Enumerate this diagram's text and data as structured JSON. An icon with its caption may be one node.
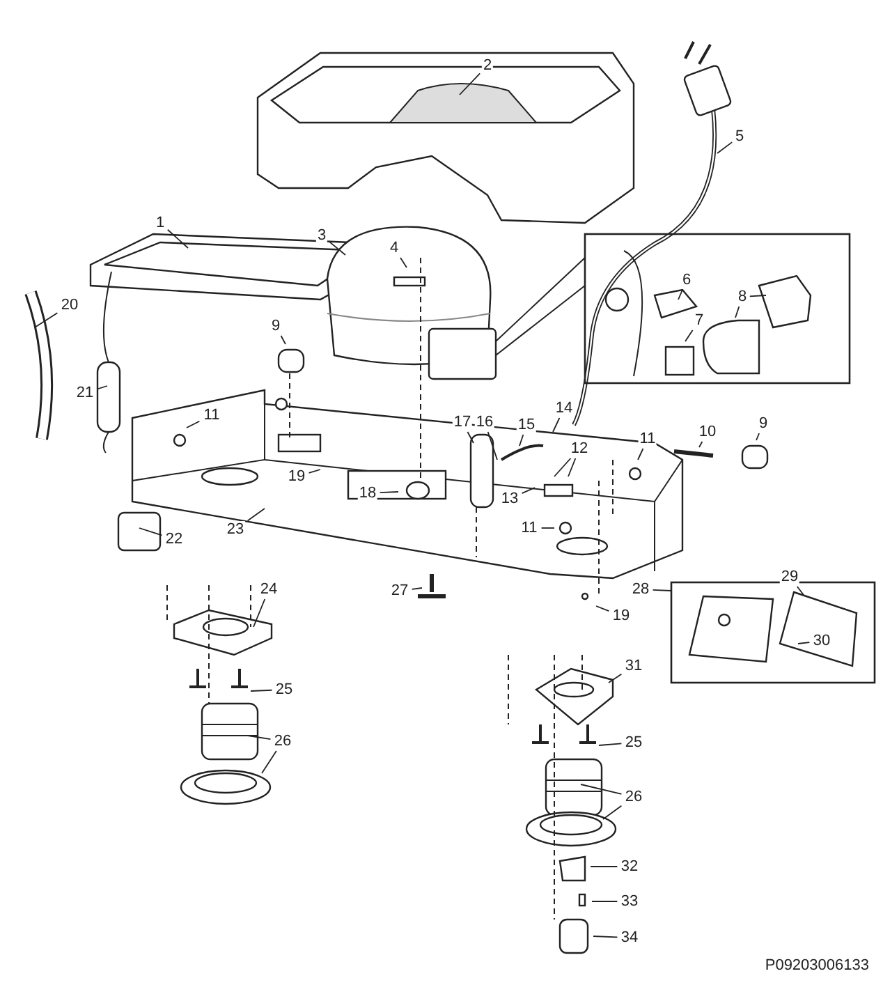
{
  "diagram": {
    "nodes": [
      {
        "text": [
          "2"
        ]
      },
      {
        "text": [
          "5"
        ]
      },
      {
        "text": [
          "1"
        ]
      },
      {
        "text": [
          "3"
        ]
      },
      {
        "text": [
          "4"
        ]
      },
      {
        "text": [
          "6"
        ]
      },
      {
        "text": [
          "8"
        ]
      },
      {
        "text": [
          "7"
        ]
      },
      {
        "text": [
          "20"
        ]
      },
      {
        "text": [
          "9"
        ]
      },
      {
        "text": [
          "21"
        ]
      },
      {
        "text": [
          "14"
        ]
      },
      {
        "text": [
          "11"
        ]
      },
      {
        "text": [
          "17"
        ]
      },
      {
        "text": [
          "16"
        ]
      },
      {
        "text": [
          "15"
        ]
      },
      {
        "text": [
          "10"
        ]
      },
      {
        "text": [
          "9"
        ]
      },
      {
        "text": [
          "11"
        ]
      },
      {
        "text": [
          "12"
        ]
      },
      {
        "text": [
          "19"
        ]
      },
      {
        "text": [
          "13"
        ]
      },
      {
        "text": [
          "18"
        ]
      },
      {
        "text": [
          "23"
        ]
      },
      {
        "text": [
          "11"
        ]
      },
      {
        "text": [
          "22"
        ]
      },
      {
        "text": [
          "29"
        ]
      },
      {
        "text": [
          "28"
        ]
      },
      {
        "text": [
          "24"
        ]
      },
      {
        "text": [
          "27"
        ]
      },
      {
        "text": [
          "19"
        ]
      },
      {
        "text": [
          "30"
        ]
      },
      {
        "text": [
          "31"
        ]
      },
      {
        "text": [
          "25"
        ]
      },
      {
        "text": [
          "26"
        ]
      },
      {
        "text": [
          "25"
        ]
      },
      {
        "text": [
          "26"
        ]
      },
      {
        "text": [
          "32"
        ]
      },
      {
        "text": [
          "33"
        ]
      },
      {
        "text": [
          "34"
        ]
      }
    ],
    "edges": [
      {
        "from": 0,
        "to": null,
        "arrow": "none"
      },
      {
        "from": 1,
        "to": null,
        "arrow": "none"
      },
      {
        "from": 2,
        "to": null,
        "arrow": "none"
      },
      {
        "from": 3,
        "to": null,
        "arrow": "none"
      },
      {
        "from": 4,
        "to": null,
        "arrow": "none"
      },
      {
        "from": 5,
        "to": null,
        "arrow": "none"
      },
      {
        "from": 6,
        "to": null,
        "arrow": "none"
      },
      {
        "from": 6,
        "to": null,
        "arrow": "none"
      },
      {
        "from": 7,
        "to": null,
        "arrow": "none"
      },
      {
        "from": 8,
        "to": null,
        "arrow": "none"
      },
      {
        "from": 9,
        "to": null,
        "arrow": "none"
      },
      {
        "from": 10,
        "to": null,
        "arrow": "none"
      },
      {
        "from": 11,
        "to": null,
        "arrow": "none"
      },
      {
        "from": 12,
        "to": null,
        "arrow": "none"
      },
      {
        "from": 13,
        "to": null,
        "arrow": "none"
      },
      {
        "from": 14,
        "to": null,
        "arrow": "none"
      },
      {
        "from": 15,
        "to": null,
        "arrow": "none"
      },
      {
        "from": 16,
        "to": null,
        "arrow": "none"
      },
      {
        "from": 17,
        "to": null,
        "arrow": "none"
      },
      {
        "from": 18,
        "to": null,
        "arrow": "none"
      },
      {
        "from": 19,
        "to": null,
        "arrow": "none"
      },
      {
        "from": 19,
        "to": null,
        "arrow": "none"
      },
      {
        "from": 20,
        "to": null,
        "arrow": "none"
      },
      {
        "from": 21,
        "to": null,
        "arrow": "none"
      },
      {
        "from": 22,
        "to": null,
        "arrow": "none"
      },
      {
        "from": 23,
        "to": null,
        "arrow": "none"
      },
      {
        "from": 24,
        "to": null,
        "arrow": "none"
      },
      {
        "from": 25,
        "to": null,
        "arrow": "none"
      },
      {
        "from": 26,
        "to": null,
        "arrow": "none"
      },
      {
        "from": 27,
        "to": null,
        "arrow": "none"
      },
      {
        "from": 28,
        "to": null,
        "arrow": "none"
      },
      {
        "from": 29,
        "to": null,
        "arrow": "none"
      },
      {
        "from": 30,
        "to": null,
        "arrow": "none"
      },
      {
        "from": 31,
        "to": null,
        "arrow": "none"
      },
      {
        "from": 32,
        "to": null,
        "arrow": "none"
      },
      {
        "from": 33,
        "to": null,
        "arrow": "none"
      },
      {
        "from": 34,
        "to": null,
        "arrow": "none"
      },
      {
        "from": 34,
        "to": null,
        "arrow": "none"
      },
      {
        "from": 35,
        "to": null,
        "arrow": "none"
      },
      {
        "from": 36,
        "to": null,
        "arrow": "none"
      },
      {
        "from": 36,
        "to": null,
        "arrow": "none"
      },
      {
        "from": 37,
        "to": null,
        "arrow": "none"
      },
      {
        "from": 38,
        "to": null,
        "arrow": "none"
      },
      {
        "from": 39,
        "to": null,
        "arrow": "none"
      }
    ],
    "labels": [
      "P09203006133"
    ]
  }
}
